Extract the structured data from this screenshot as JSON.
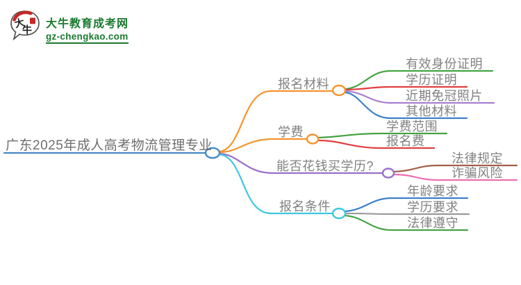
{
  "logo": {
    "icon_char_1": "大",
    "icon_char_2": "牛",
    "site_name": "大牛教育成考网",
    "site_url": "gz-chengkao.com",
    "brand_green": "#1a7a2e",
    "brand_red": "#c62828"
  },
  "mindmap": {
    "root": {
      "label": "广东2025年成人高考物流管理专业",
      "color": "#4688c4"
    },
    "branches": [
      {
        "label": "报名材料",
        "color": "#f7942d",
        "children": [
          {
            "label": "有效身份证明",
            "color": "#44a344"
          },
          {
            "label": "学历证明",
            "color": "#e04040"
          },
          {
            "label": "近期免冠照片",
            "color": "#a87fd0"
          },
          {
            "label": "其他材料",
            "color": "#3c80c8"
          }
        ]
      },
      {
        "label": "学费",
        "color": "#f7942d",
        "children": [
          {
            "label": "学费范围",
            "color": "#44a344"
          },
          {
            "label": "报名费",
            "color": "#e04040"
          }
        ]
      },
      {
        "label": "能否花钱买学历?",
        "color": "#9a6fc8",
        "children": [
          {
            "label": "法律规定",
            "color": "#a06048"
          },
          {
            "label": "诈骗风险",
            "color": "#ee6eb4"
          }
        ]
      },
      {
        "label": "报名条件",
        "color": "#3cc8e0",
        "children": [
          {
            "label": "年龄要求",
            "color": "#3c80c8"
          },
          {
            "label": "学历要求",
            "color": "#9a9a9a"
          },
          {
            "label": "法律遵守",
            "color": "#44a344"
          }
        ]
      }
    ]
  }
}
